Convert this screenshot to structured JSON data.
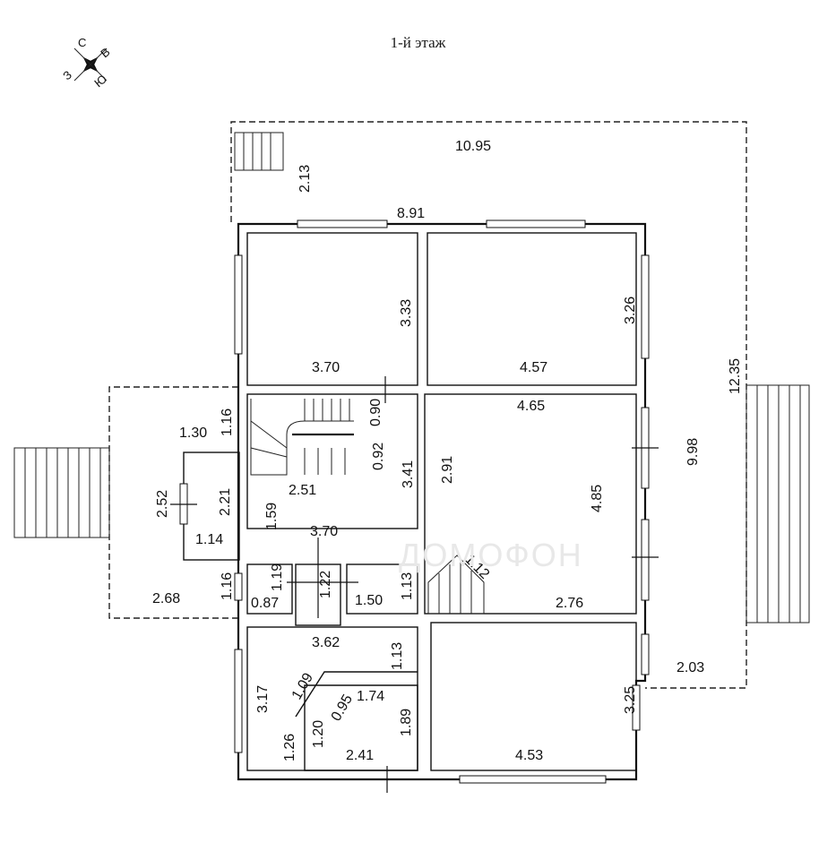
{
  "header": {
    "title": "1-й этаж"
  },
  "compass": {
    "n": "С",
    "e": "В",
    "s": "Ю",
    "w": "З"
  },
  "dimensions": {
    "terrace_width": "10.95",
    "stair_top": "2.13",
    "house_width": "8.91",
    "bed1_height": "3.33",
    "bed1_width": "3.70",
    "bed2_height": "3.26",
    "bed2_width": "4.57",
    "terrace_right": "12.35",
    "hall_top": "1.16",
    "hall_side": "1.30",
    "stair_a": "0.90",
    "stair_b": "0.92",
    "stair_width": "2.51",
    "hall_height": "3.41",
    "living_top": "4.65",
    "living_left": "2.91",
    "house_depth": "9.98",
    "living_height": "4.85",
    "porch_height": "2.52",
    "closet_height": "2.21",
    "closet_width": "1.14",
    "corridor_height": "1.59",
    "corridor_width": "3.70",
    "small_1_16": "1.16",
    "small_1_19": "1.19",
    "small_1_22": "1.22",
    "small_1_13": "1.13",
    "small_0_87": "0.87",
    "small_1_50": "1.50",
    "porch_width": "2.68",
    "stair2_diag": "1.12",
    "living_bottom": "2.76",
    "kitchen_top": "3.62",
    "kitchen_side": "1.13",
    "kitchen_height": "3.17",
    "diag_1_09": "1.09",
    "diag_0_95": "0.95",
    "bath_width": "1.74",
    "bath_height": "1.89",
    "bath_left": "1.20",
    "kitchen_bottom": "1.26",
    "bath_bottom": "2.41",
    "bed3_height": "3.25",
    "bed3_width": "4.53",
    "terrace_bottom": "2.03"
  },
  "watermark": {
    "text": "ДОМОФОН"
  }
}
